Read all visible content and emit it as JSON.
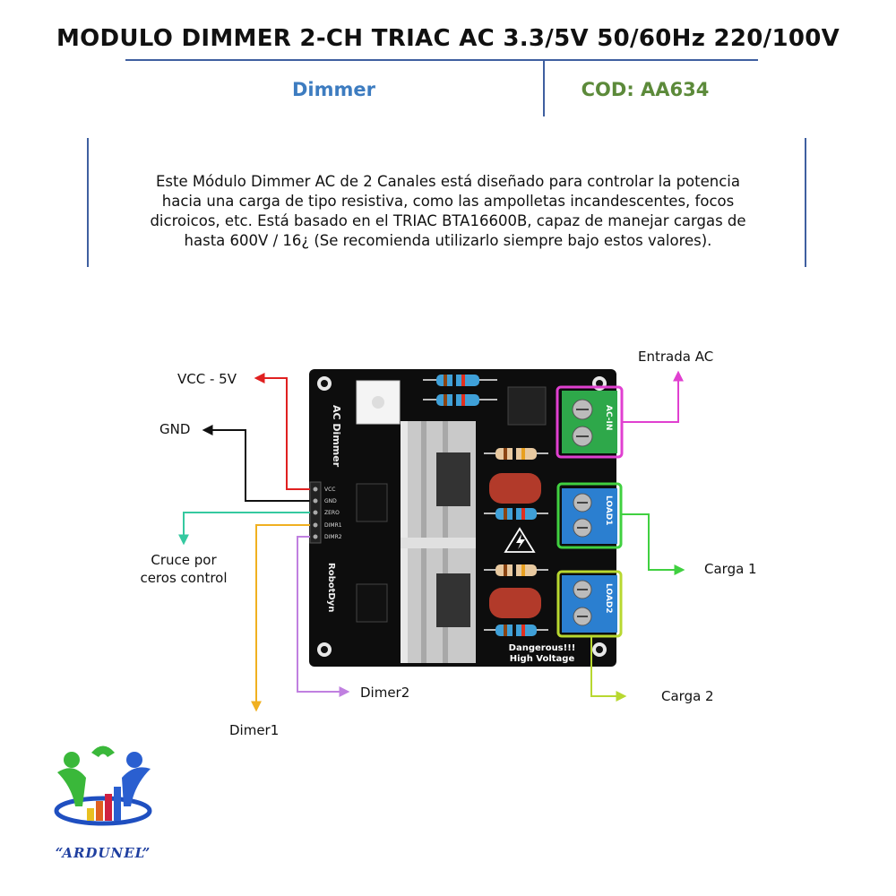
{
  "header": {
    "title": "MODULO DIMMER 2-CH TRIAC AC 3.3/5V 50/60Hz 220/100V",
    "category": "Dimmer",
    "code": "COD: AA634"
  },
  "description": [
    "Este Módulo Dimmer AC de 2 Canales está diseñado para controlar la potencia",
    "hacia una carga de tipo resistiva, como las ampolletas incandescentes, focos",
    "dicroicos, etc. Está basado en el TRIAC BTA16600B, capaz de manejar cargas de",
    "hasta 600V / 16¿ (Se recomienda utilizarlo siempre bajo estos valores)."
  ],
  "callouts": {
    "vcc": "VCC - 5V",
    "gnd": "GND",
    "zero_cross_line1": "Cruce por",
    "zero_cross_line2": "ceros control",
    "dimer1": "Dimer1",
    "dimer2": "Dimer2",
    "ac_input": "Entrada AC",
    "load1": "Carga 1",
    "load2": "Carga 2"
  },
  "board": {
    "name": "AC Dimmer",
    "brand": "RobotDyn",
    "terminal_ac": "AC-IN",
    "terminal_load1": "LOAD1",
    "terminal_load2": "LOAD2",
    "warning_line1": "Dangerous!!!",
    "warning_line2": "High Voltage",
    "pins": [
      "VCC",
      "GND",
      "ZERO",
      "DIMR1",
      "DIMR2"
    ]
  },
  "logo": {
    "text": "“ARDUNEL”"
  },
  "colors": {
    "title_rule": "#3f5fa0",
    "category": "#3d7cc0",
    "code": "#5c8a3a",
    "vcc_line": "#e02020",
    "gnd_line": "#111111",
    "zero_line": "#35c9a0",
    "dimer1_line": "#f0b020",
    "dimer2_line": "#c080e0",
    "ac_in_line": "#e040d0",
    "load1_line": "#40d040",
    "load2_line": "#b8d830"
  }
}
